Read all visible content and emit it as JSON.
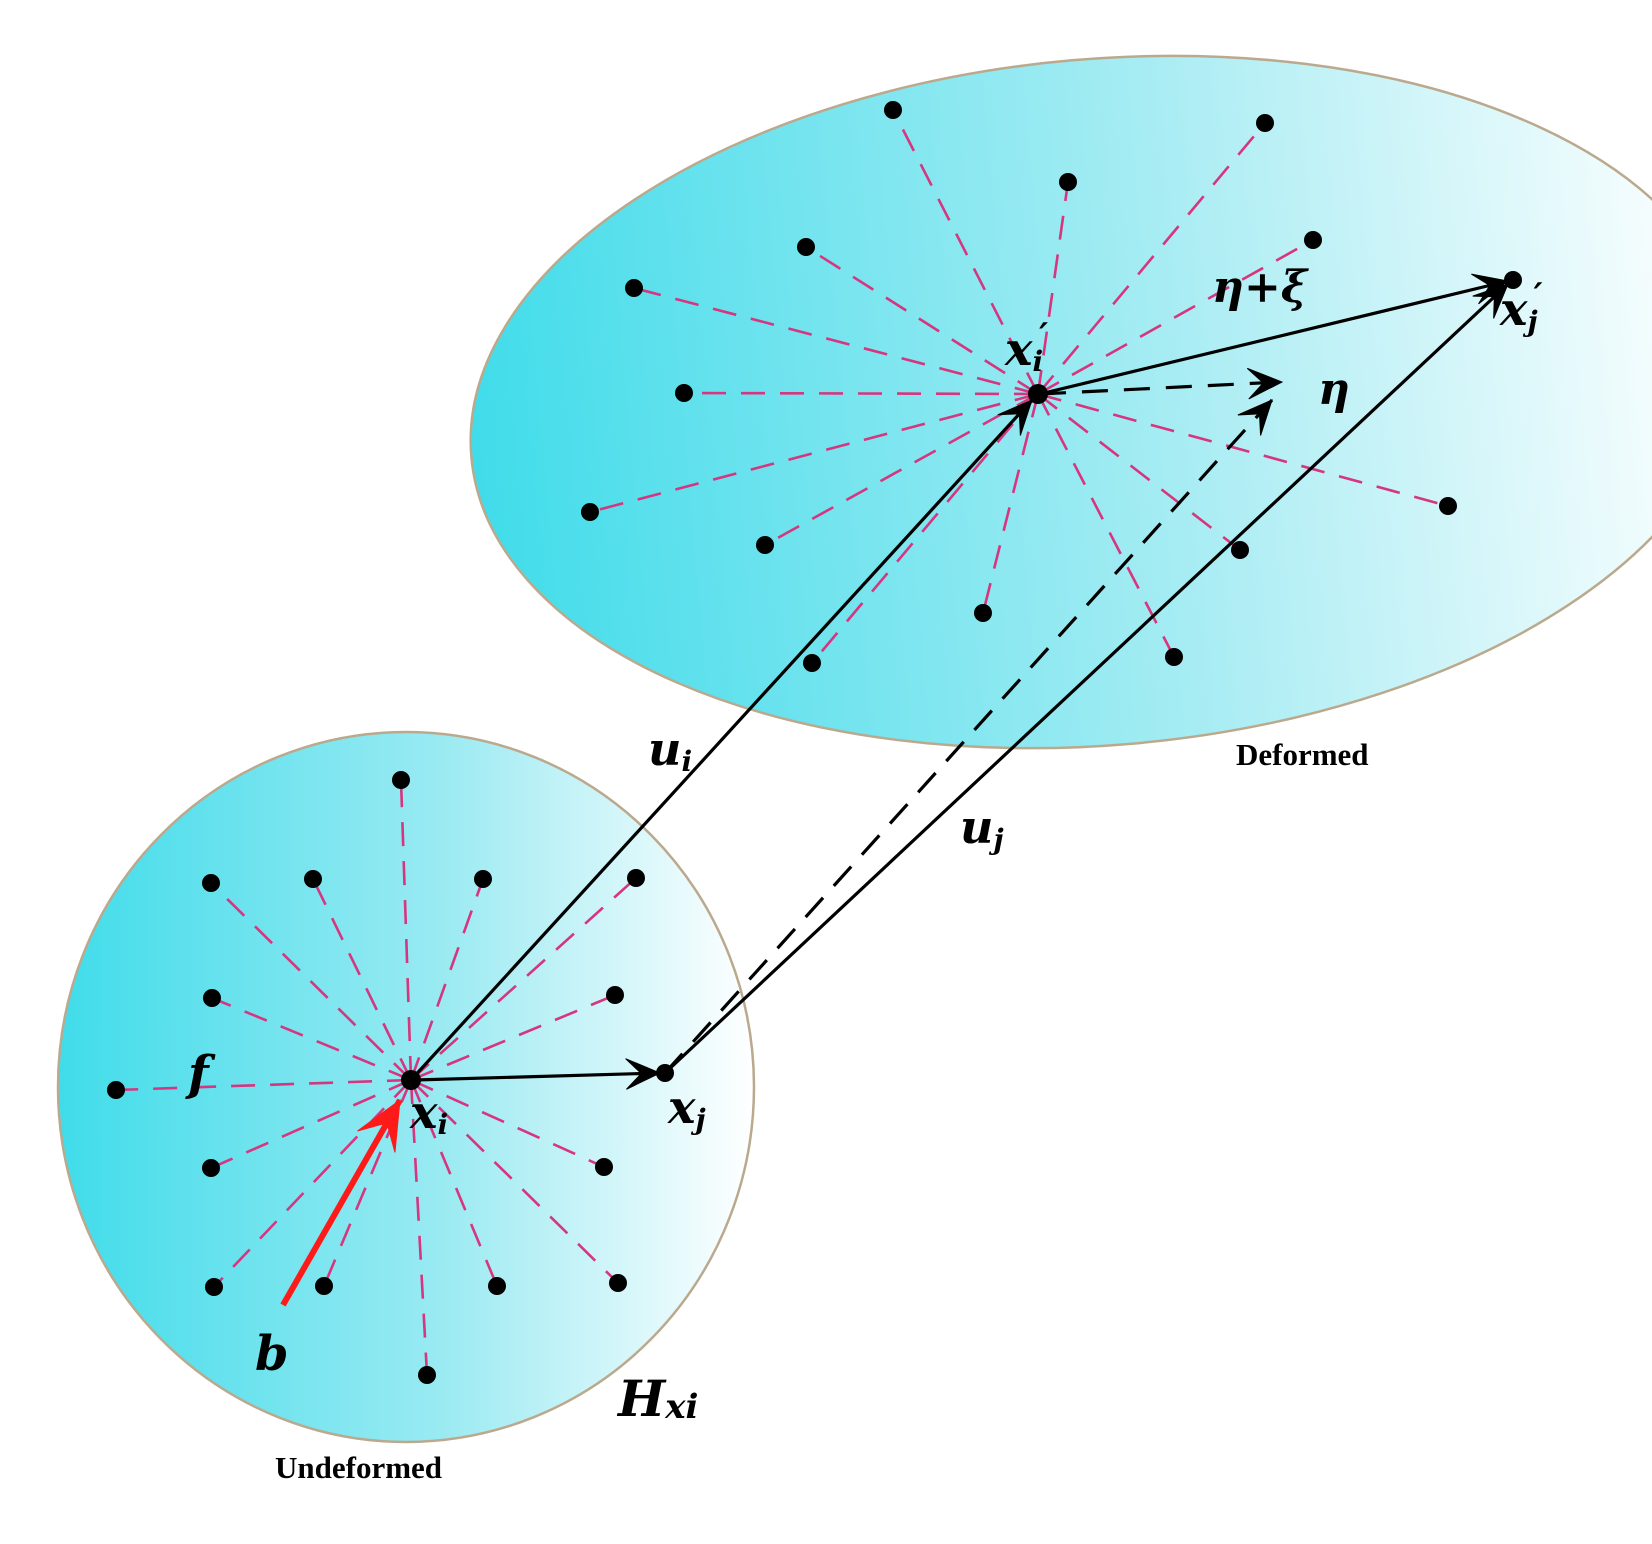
{
  "regions": {
    "undeformed": {
      "label": "Undeformed",
      "horizon_label": "H",
      "horizon_sub": "xi"
    },
    "deformed": {
      "label": "Deformed"
    }
  },
  "points": {
    "xi": {
      "base": "x",
      "sub": "i"
    },
    "xj": {
      "base": "x",
      "sub": "j"
    },
    "xi_prime": {
      "base": "x",
      "sub": "i",
      "prime": "′"
    },
    "xj_prime": {
      "base": "x",
      "sub": "j",
      "prime": "′"
    }
  },
  "vectors": {
    "ui": {
      "base": "u",
      "sub": "i"
    },
    "uj": {
      "base": "u",
      "sub": "j"
    },
    "eta": {
      "label": "η"
    },
    "eta_xi": {
      "label": "η+ξ"
    },
    "body_force": {
      "label": "b"
    },
    "bond_force": {
      "label": "f"
    }
  },
  "colors": {
    "region_fill_start": "#40dcea",
    "region_fill_end": "#ffffff",
    "region_outline": "#bba98e",
    "bond": "#d6357f",
    "force_vector": "#ff1a1a"
  }
}
